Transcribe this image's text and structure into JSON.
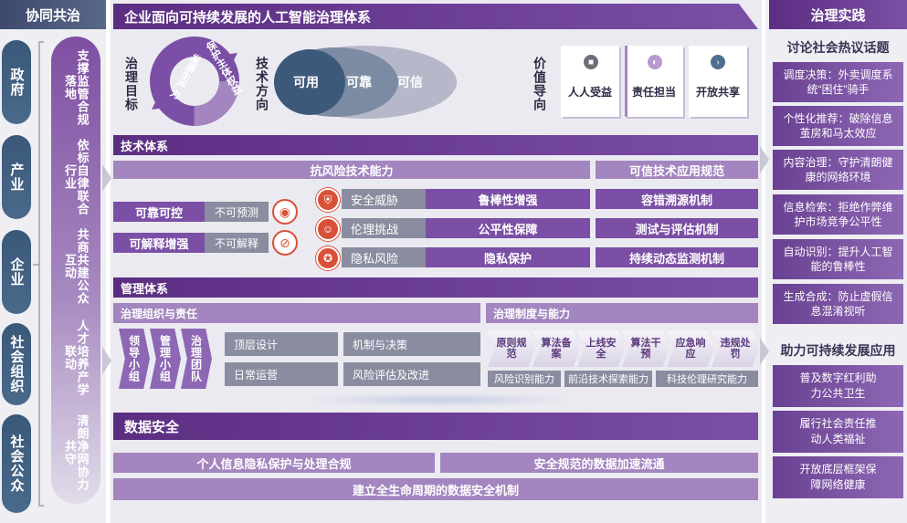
{
  "left": {
    "title": "协同共治",
    "actors": [
      "政府",
      "产业",
      "企业",
      "社会组织",
      "社会公众"
    ],
    "coop": [
      "支撑监管合规落地",
      "依标自律联合行业",
      "共商共建公众互动",
      "人才培养产学联动",
      "清朗净网协力共守"
    ]
  },
  "main": {
    "title": "企业面向可持续发展的人工智能治理体系",
    "goal_label": "治理目标",
    "goal_ring": [
      "保护主体权益",
      "发展生产力"
    ],
    "direction_label": "技术方向",
    "directions": [
      "可用",
      "可靠",
      "可信"
    ],
    "value_label": "价值导向",
    "values": [
      "人人受益",
      "责任担当",
      "开放共享"
    ],
    "tech": {
      "title": "技术体系",
      "risk_header": "抗风险技术能力",
      "trust_header": "可信技术应用规范",
      "left_rows": [
        {
          "label": "可靠可控",
          "problem": "不可预测"
        },
        {
          "label": "可解释增强",
          "problem": "不可解释"
        }
      ],
      "risks": [
        {
          "name": "安全威胁",
          "answer": "鲁棒性增强"
        },
        {
          "name": "伦理挑战",
          "answer": "公平性保障"
        },
        {
          "name": "隐私风险",
          "answer": "隐私保护"
        }
      ],
      "trust": [
        "容错溯源机制",
        "测试与评估机制",
        "持续动态监测机制"
      ]
    },
    "mgmt": {
      "title": "管理体系",
      "org_header": "治理组织与责任",
      "sys_header": "治理制度与能力",
      "orgs": [
        "领导小组",
        "管理小组",
        "治理团队"
      ],
      "org_items": [
        "顶层设计",
        "机制与决策",
        "日常运营",
        "风险评估及改进"
      ],
      "flow": [
        "原则规范",
        "算法备案",
        "上线安全",
        "算法干预",
        "应急响应",
        "违规处罚"
      ],
      "abilities": [
        "风险识别能力",
        "前沿技术探索能力",
        "科技伦理研究能力"
      ]
    },
    "data": {
      "title": "数据安全",
      "items": [
        "个人信息隐私保护与处理合规",
        "安全规范的数据加速流通"
      ],
      "bottom": "建立全生命周期的数据安全机制"
    }
  },
  "right": {
    "title": "治理实践",
    "topics_title": "讨论社会热议话题",
    "topics": [
      "调度决策：外卖调度系统“困住”骑手",
      "个性化推荐：破除信息茧房和马太效应",
      "内容治理：守护清朗健康的网络环境",
      "信息检索：拒绝作弊维护市场竞争公平性",
      "自动识别：提升人工智能的鲁棒性",
      "生成合成：防止虚假信息混淆视听"
    ],
    "apps_title": "助力可持续发展应用",
    "apps": [
      "普及数字红利助力公共卫生",
      "履行社会责任推动人类福祉",
      "开放底层框架保障网络健康"
    ]
  },
  "colors": {
    "primary": "#5b2e82",
    "mid": "#a385bf",
    "actor": "#3a5878",
    "alert": "#d95038"
  },
  "icons": [
    "eye-icon",
    "shield-icon",
    "head-icon",
    "lifebuoy-icon",
    "gift-icon",
    "share-icon",
    "arrow-icon",
    "recycle-icon"
  ]
}
